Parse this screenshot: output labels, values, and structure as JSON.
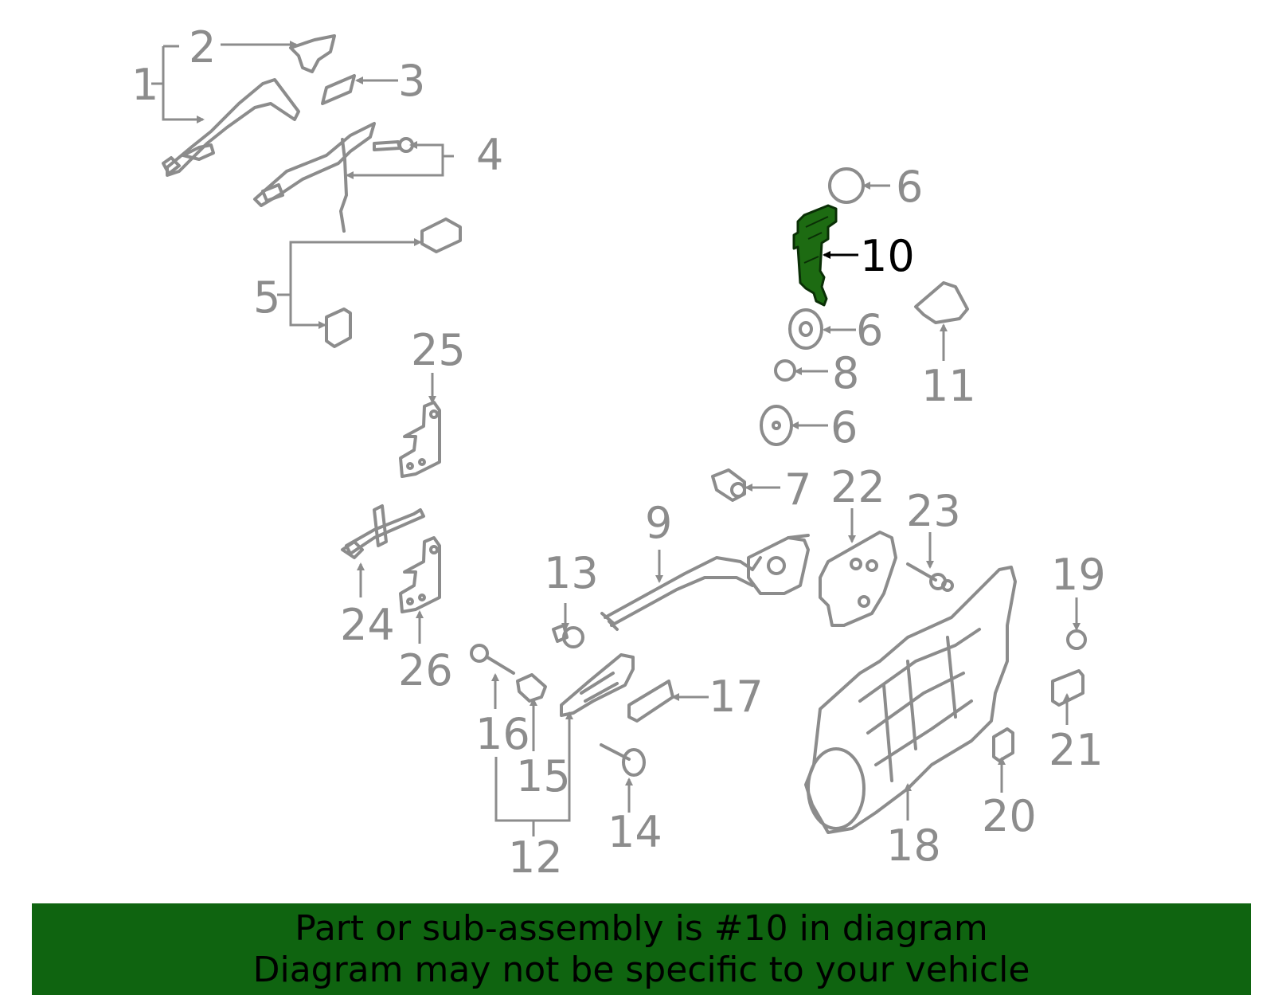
{
  "callouts": [
    "1",
    "2",
    "3",
    "4",
    "5",
    "6",
    "6",
    "6",
    "7",
    "8",
    "9",
    "10",
    "11",
    "12",
    "13",
    "14",
    "15",
    "16",
    "17",
    "18",
    "19",
    "20",
    "21",
    "22",
    "23",
    "24",
    "25",
    "26"
  ],
  "highlighted_callout": "10",
  "banner": {
    "line1": "Part or sub-assembly is #10 in diagram",
    "line2": "Diagram may not be specific to your vehicle"
  },
  "colors": {
    "line_art": "#8c8c8c",
    "highlight_fill": "#1d6b12",
    "banner_bg": "#0f6410"
  }
}
